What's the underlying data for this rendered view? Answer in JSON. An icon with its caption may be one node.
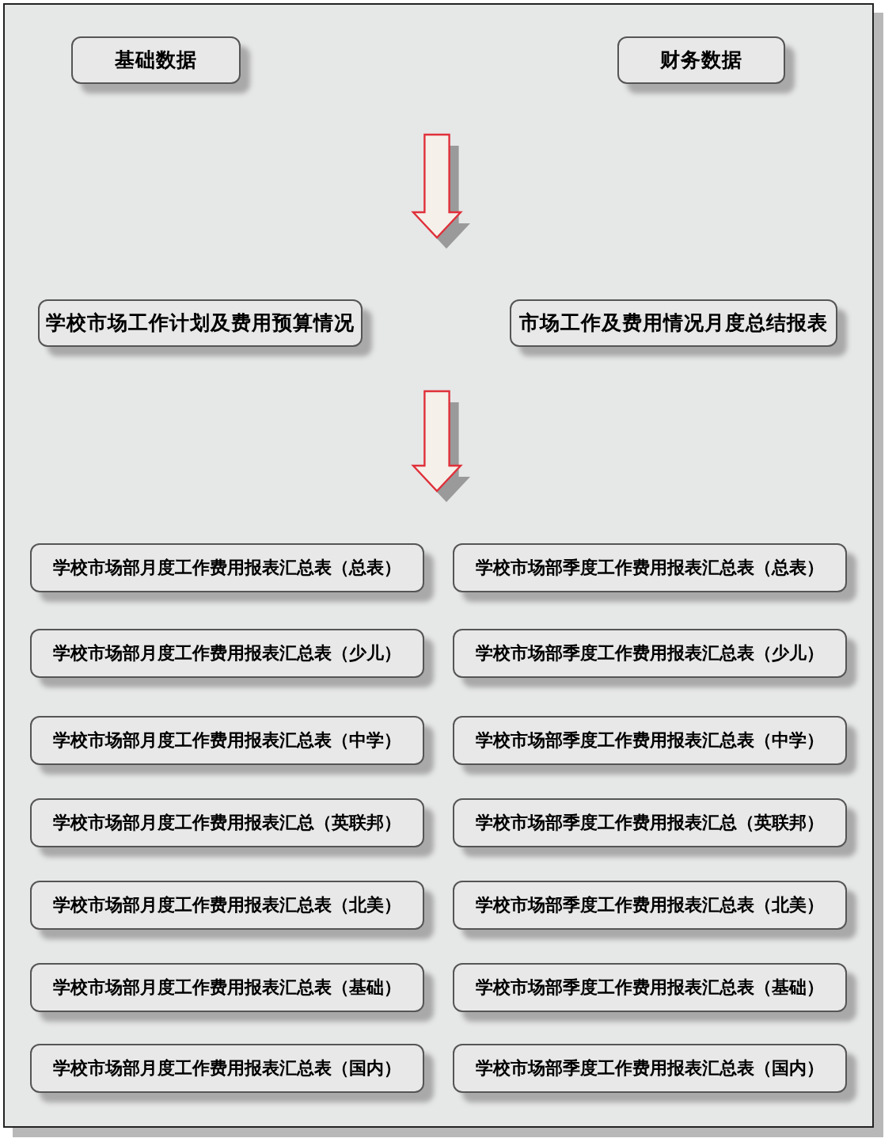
{
  "diagram": {
    "nodes": [
      {
        "text": [
          "基础数据"
        ]
      },
      {
        "text": [
          "财务数据"
        ]
      },
      {
        "text": [
          "学校市场工作计划及费用预算情况"
        ]
      },
      {
        "text": [
          "市场工作及费用情况月度总结报表"
        ]
      },
      {
        "text": [
          "学校市场部月度工作费用报表汇总表（总表）"
        ]
      },
      {
        "text": [
          "学校市场部季度工作费用报表汇总表（总表）"
        ]
      },
      {
        "text": [
          "学校市场部月度工作费用报表汇总表（少儿）"
        ]
      },
      {
        "text": [
          "学校市场部季度工作费用报表汇总表（少儿）"
        ]
      },
      {
        "text": [
          "学校市场部月度工作费用报表汇总表（中学）"
        ]
      },
      {
        "text": [
          "学校市场部季度工作费用报表汇总表（中学）"
        ]
      },
      {
        "text": [
          "学校市场部月度工作费用报表汇总（英联邦）"
        ]
      },
      {
        "text": [
          "学校市场部季度工作费用报表汇总（英联邦）"
        ]
      },
      {
        "text": [
          "学校市场部月度工作费用报表汇总表（北美）"
        ]
      },
      {
        "text": [
          "学校市场部季度工作费用报表汇总表（北美）"
        ]
      },
      {
        "text": [
          "学校市场部月度工作费用报表汇总表（基础）"
        ]
      },
      {
        "text": [
          "学校市场部季度工作费用报表汇总表（基础）"
        ]
      },
      {
        "text": [
          "学校市场部月度工作费用报表汇总表（国内）"
        ]
      },
      {
        "text": [
          "学校市场部季度工作费用报表汇总表（国内）"
        ]
      }
    ]
  }
}
